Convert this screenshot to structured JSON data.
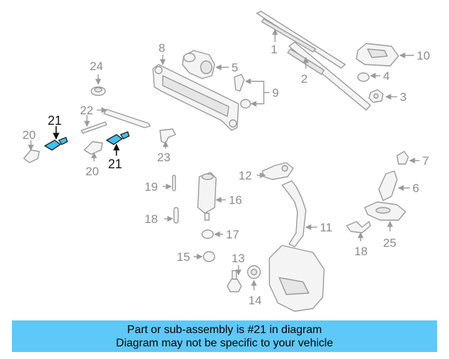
{
  "diagram": {
    "labels": {
      "c1": "1",
      "c2": "2",
      "c3": "3",
      "c4": "4",
      "c5": "5",
      "c6": "6",
      "c7": "7",
      "c8": "8",
      "c9": "9",
      "c10": "10",
      "c11": "11",
      "c12": "12",
      "c13": "13",
      "c14": "14",
      "c15": "15",
      "c16": "16",
      "c17": "17",
      "c18a": "18",
      "c18b": "18",
      "c19": "19",
      "c20a": "20",
      "c20b": "20",
      "c21a": "21",
      "c21b": "21",
      "c22": "22",
      "c23": "23",
      "c24": "24",
      "c25": "25"
    },
    "highlight_color": "#3cc2f2"
  },
  "banner": {
    "line1": "Part or sub-assembly is #21 in diagram",
    "line2": "Diagram may not be specific to your vehicle",
    "color": "#5ec8f8"
  }
}
